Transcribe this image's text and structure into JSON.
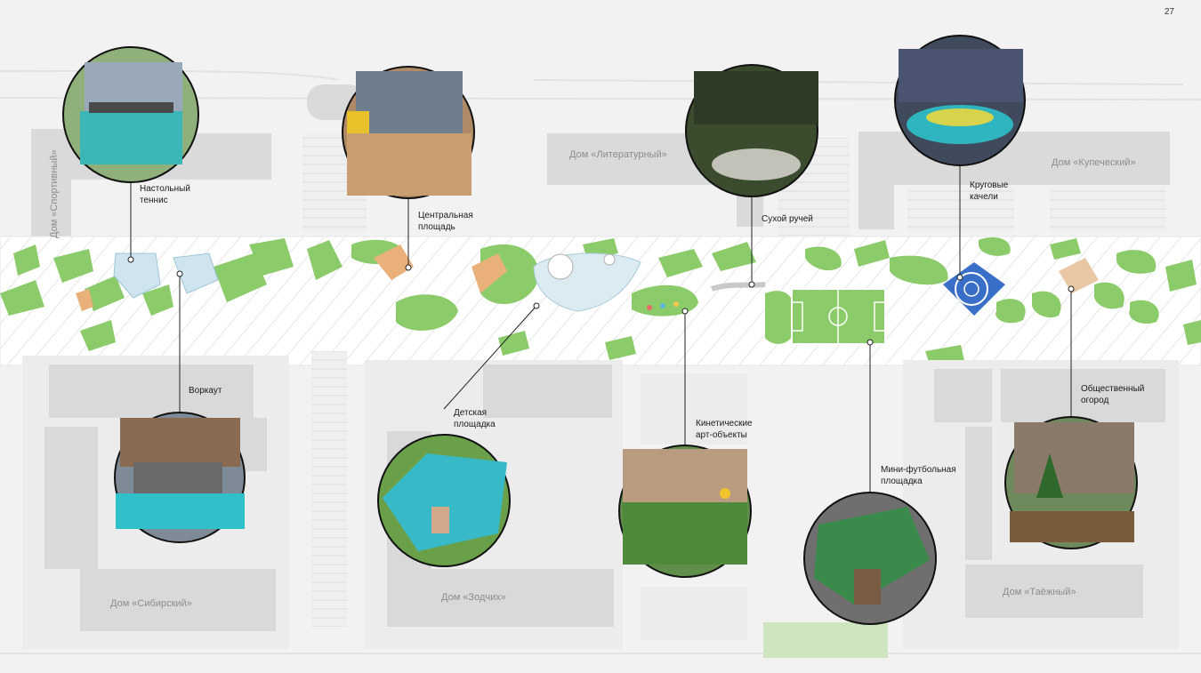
{
  "page_number": "27",
  "buildings": {
    "sportivny": "Дом «Спортивный»",
    "literaturny": "Дом «Литературный»",
    "kupechesky": "Дом «Купеческий»",
    "sibirsky": "Дом «Сибирский»",
    "zodchiy": "Дом «Зодчих»",
    "taezhny": "Дом «Таёжный»"
  },
  "features": {
    "table_tennis": "Настольный\nтеннис",
    "central_square": "Центральная\nплощадь",
    "dry_stream": "Сухой ручей",
    "round_swings": "Круговые\nкачели",
    "workout": "Воркаут",
    "kids_playground": "Детская\nплощадка",
    "kinetic_art": "Кинетические\nарт-объекты",
    "mini_football": "Мини-футбольная\nплощадка",
    "community_garden": "Общественный\nогород"
  },
  "colors": {
    "grass": "#8ccb6a",
    "paving": "#ffffff",
    "building": "#d9d9d9",
    "water": "#bfe0ea",
    "accent_blue": "#3a6fc7",
    "accent_orange": "#e9b07a"
  }
}
